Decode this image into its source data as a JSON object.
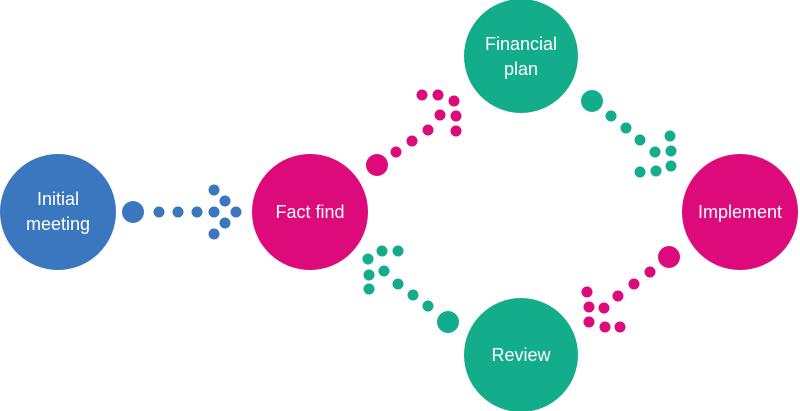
{
  "colors": {
    "blue": "#3a77bf",
    "pink": "#dc0a7a",
    "green": "#14ad8c",
    "background": "#ffffff"
  },
  "nodes": [
    {
      "id": "initial-meeting",
      "lines": [
        "Initial",
        "meeting"
      ],
      "color": "blue"
    },
    {
      "id": "fact-find",
      "lines": [
        "Fact find"
      ],
      "color": "pink"
    },
    {
      "id": "financial-plan",
      "lines": [
        "Financial",
        "plan"
      ],
      "color": "green"
    },
    {
      "id": "implement",
      "lines": [
        "Implement"
      ],
      "color": "pink"
    },
    {
      "id": "review",
      "lines": [
        "Review"
      ],
      "color": "green"
    }
  ],
  "connectors": [
    {
      "from": "initial-meeting",
      "to": "fact-find",
      "color": "blue"
    },
    {
      "from": "fact-find",
      "to": "financial-plan",
      "color": "pink"
    },
    {
      "from": "financial-plan",
      "to": "implement",
      "color": "green"
    },
    {
      "from": "implement",
      "to": "review",
      "color": "pink"
    },
    {
      "from": "review",
      "to": "fact-find",
      "color": "green"
    }
  ]
}
